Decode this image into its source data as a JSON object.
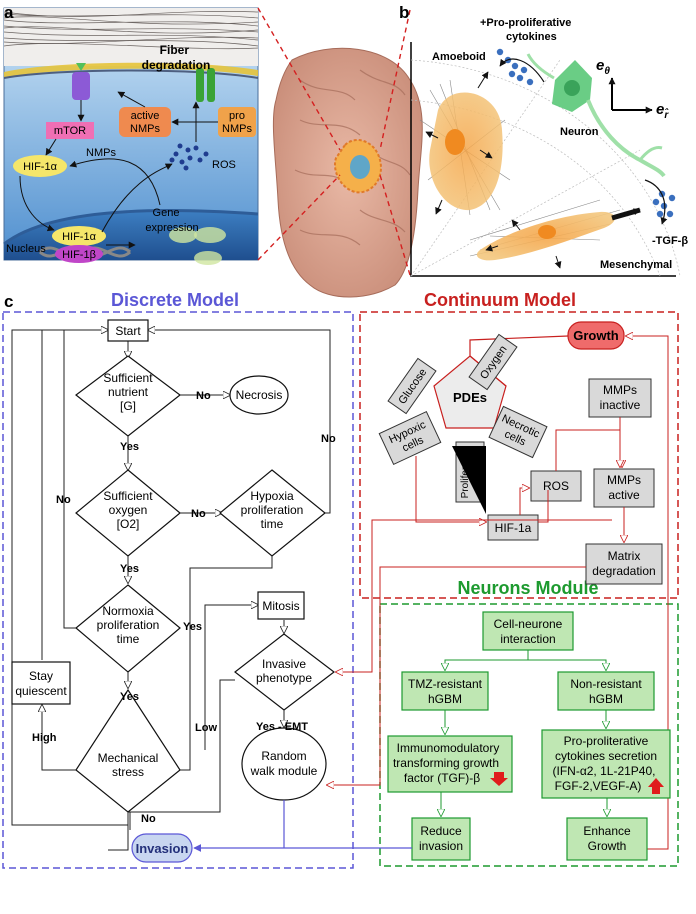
{
  "panel_a": {
    "label": "a",
    "fiber_degradation": [
      "Fiber",
      "degradation"
    ],
    "mtor": "mTOR",
    "active_nmps": [
      "active",
      "NMPs"
    ],
    "pro_nmps": [
      "pro",
      "NMPs"
    ],
    "nmps": "NMPs",
    "hif1a": "HIF-1α",
    "ros": "ROS",
    "nucleus": "Nucleus",
    "hif1a_nuc": "HIF-1α",
    "hif1b_nuc": "HIF-1β",
    "gene_expression": [
      "Gene",
      "expression"
    ]
  },
  "panel_b": {
    "label": "b",
    "pro_cytokines": [
      "+Pro-proliferative",
      "cytokines"
    ],
    "amoeboid": "Amoeboid",
    "neuron": "Neuron",
    "tgfb": "-TGF-β",
    "mesenchymal": "Mesenchymal",
    "e_theta": "e",
    "e_theta_sub": "θ",
    "e_r": "e",
    "e_r_sub": "r̂"
  },
  "panel_c": {
    "label": "c",
    "discrete_title": "Discrete Model",
    "continuum_title": "Continuum Model",
    "neurons_title": "Neurons Module",
    "colors": {
      "discrete": "#5b57d6",
      "continuum": "#c8201f",
      "neurons": "#1d9a2f"
    },
    "discrete": {
      "start": "Start",
      "nutrient": [
        "Sufficient",
        "nutrient",
        "[G]"
      ],
      "necrosis": "Necrosis",
      "oxygen": [
        "Sufficient",
        "oxygen",
        "[O2]"
      ],
      "hypoxia": [
        "Hypoxia",
        "proliferation",
        "time"
      ],
      "normoxia": [
        "Normoxia",
        "proliferation",
        "time"
      ],
      "mitosis": "Mitosis",
      "invasive": [
        "Invasive",
        "phenotype"
      ],
      "mechanical": [
        "Mechanical",
        "stress"
      ],
      "quiescent": [
        "Stay",
        "quiescent"
      ],
      "random_walk": [
        "Random",
        "walk module"
      ],
      "no": "No",
      "yes": "Yes",
      "high": "High",
      "low": "Low",
      "yes_emt": "Yes - EMT",
      "invasion": "Invasion"
    },
    "continuum": {
      "growth": "Growth",
      "pdes": "PDEs",
      "glucose": "Glucose",
      "oxygen": "Oxygen",
      "hypoxic": [
        "Hypoxic",
        "cells"
      ],
      "necrotic": [
        "Necrotic",
        "cells"
      ],
      "proliferative": [
        "Proliferative",
        "cells"
      ],
      "mmps_inactive": [
        "MMPs",
        "inactive"
      ],
      "mmps_active": [
        "MMPs",
        "active"
      ],
      "ros": "ROS",
      "hif1a": "HIF-1a",
      "matrix": [
        "Matrix",
        "degradation"
      ]
    },
    "neurons": {
      "interaction": [
        "Cell-neurone",
        "interaction"
      ],
      "tmz": [
        "TMZ-resistant",
        "hGBM"
      ],
      "nonres": [
        "Non-resistant",
        "hGBM"
      ],
      "immuno": [
        "Immunomodulatory",
        "transforming growth",
        "factor (TGF)-β"
      ],
      "procyt": [
        "Pro-proliterative",
        "cytokines secretion",
        "(IFN-α2, 1L-21P40,",
        "FGF-2,VEGF-A)"
      ],
      "reduce": [
        "Reduce",
        "invasion"
      ],
      "enhance": [
        "Enhance",
        "Growth"
      ]
    }
  }
}
